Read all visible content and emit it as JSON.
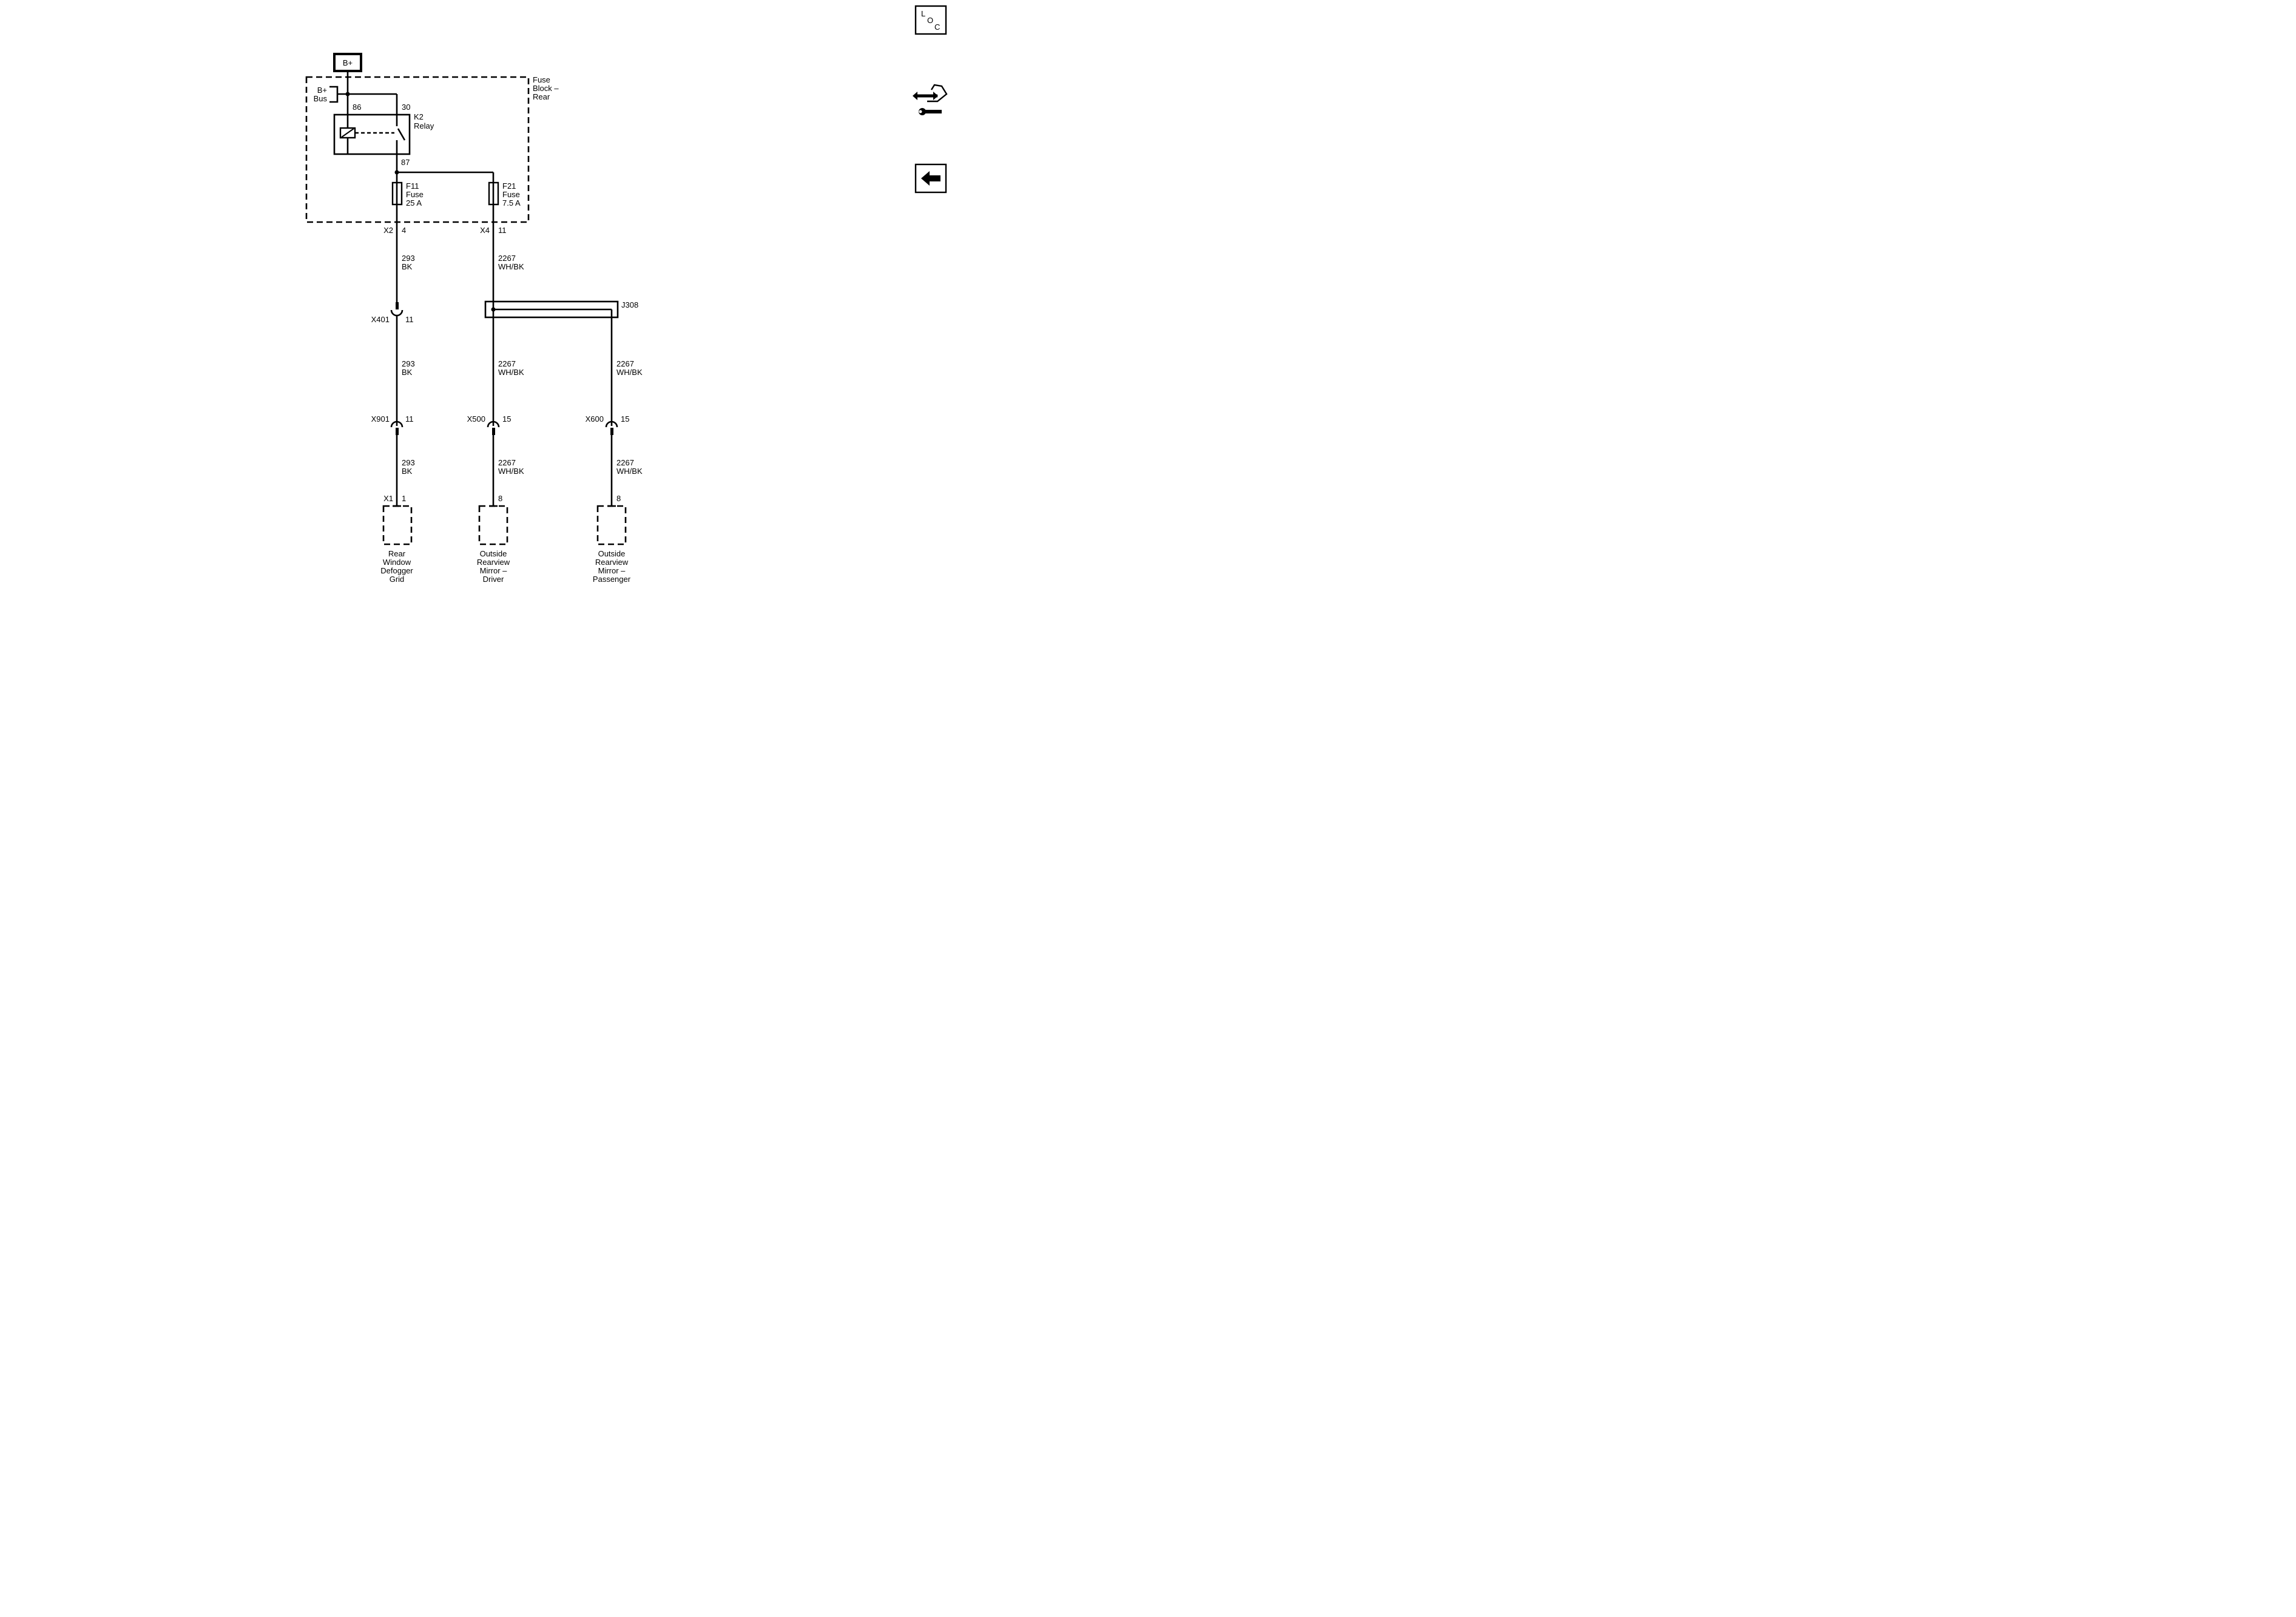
{
  "power": {
    "bplus": "B+",
    "bus_l1": "B+",
    "bus_l2": "Bus"
  },
  "fuse_block": {
    "l1": "Fuse",
    "l2": "Block –",
    "l3": "Rear"
  },
  "relay": {
    "pin86": "86",
    "pin30": "30",
    "pin87": "87",
    "l1": "K2",
    "l2": "Relay"
  },
  "fuse_f11": {
    "l1": "F11",
    "l2": "Fuse",
    "l3": "25 A"
  },
  "fuse_f21": {
    "l1": "F21",
    "l2": "Fuse",
    "l3": "7.5 A"
  },
  "connectors": {
    "x2": "X2",
    "x2_pin": "4",
    "x4": "X4",
    "x4_pin": "11",
    "x401": "X401",
    "x401_pin": "11",
    "x901": "X901",
    "x901_pin": "11",
    "x500": "X500",
    "x500_pin": "15",
    "x600": "X600",
    "x600_pin": "15",
    "x1": "X1",
    "x1_pin": "1",
    "driver_pin": "8",
    "pass_pin": "8"
  },
  "splice": {
    "label": "J308"
  },
  "wires": {
    "c293": "293",
    "bk": "BK",
    "c2267": "2267",
    "whbk": "WH/BK"
  },
  "loads": {
    "defogger": {
      "l1": "Rear",
      "l2": "Window",
      "l3": "Defogger",
      "l4": "Grid"
    },
    "mirror_driver": {
      "l1": "Outside",
      "l2": "Rearview",
      "l3": "Mirror –",
      "l4": "Driver"
    },
    "mirror_pass": {
      "l1": "Outside",
      "l2": "Rearview",
      "l3": "Mirror –",
      "l4": "Passenger"
    }
  },
  "nav": {
    "loc_l": "L",
    "loc_o": "O",
    "loc_c": "C"
  }
}
